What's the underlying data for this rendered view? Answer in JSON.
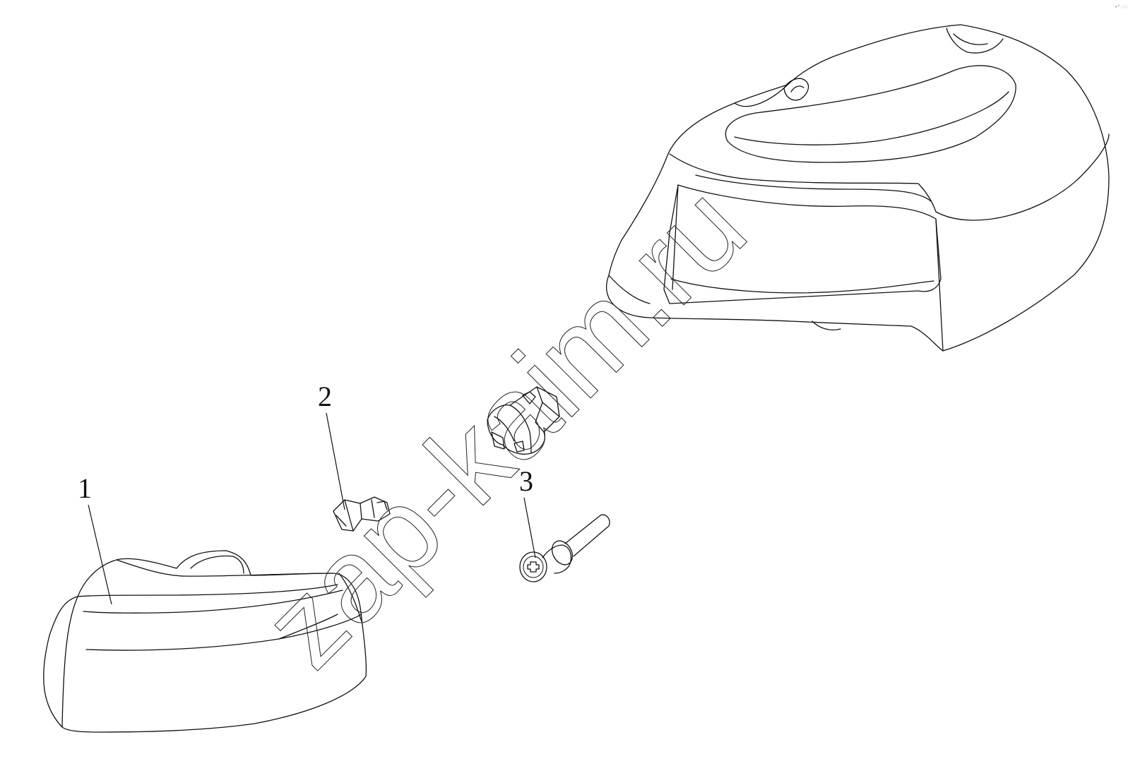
{
  "callouts": [
    {
      "id": "1",
      "label": "1"
    },
    {
      "id": "2",
      "label": "2"
    },
    {
      "id": "3",
      "label": "3"
    }
  ],
  "watermark": {
    "text": "zap-kaim.ru"
  },
  "corner_mark": {
    "text": "•° ∷∷"
  },
  "colors": {
    "line": "#111111",
    "background": "#ffffff"
  }
}
